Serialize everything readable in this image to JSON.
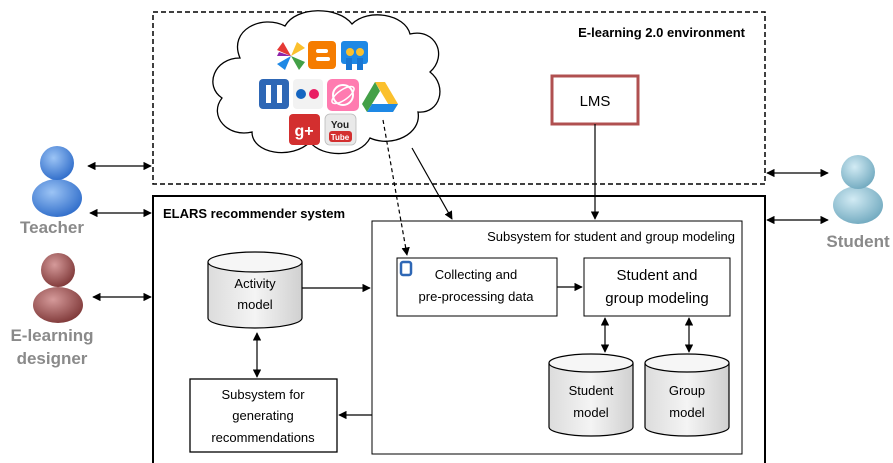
{
  "env": {
    "title": "E-learning 2.0 environment"
  },
  "lms": {
    "label": "LMS"
  },
  "elars": {
    "title": "ELARS recommender system"
  },
  "subsystem_modeling": {
    "title": "Subsystem for student and group modeling"
  },
  "activity_model": {
    "line1": "Activity",
    "line2": "model"
  },
  "collecting": {
    "line1": "Collecting and",
    "line2": "pre-processing data"
  },
  "student_group_modeling": {
    "line1": "Student and",
    "line2": "group modeling"
  },
  "student_model": {
    "line1": "Student",
    "line2": "model"
  },
  "group_model": {
    "line1": "Group",
    "line2": "model"
  },
  "generating": {
    "line1": "Subsystem for",
    "line2": "generating",
    "line3": "recommendations"
  },
  "actors": {
    "teacher": {
      "label": "Teacher",
      "color": "#3a78d8"
    },
    "designer": {
      "label1": "E-learning",
      "label2": "designer",
      "color": "#8f4545"
    },
    "student": {
      "label": "Student",
      "color": "#7fb3c7"
    }
  },
  "tool_icons": [
    "pinwheel-icon",
    "blogger-icon",
    "slideshare-icon",
    "ii-icon",
    "flickr-icon",
    "orbit-icon",
    "google-drive-icon",
    "google-plus-icon",
    "youtube-icon"
  ],
  "youtube_text": {
    "line1": "You",
    "line2": "Tube"
  },
  "gplus_text": "g+"
}
